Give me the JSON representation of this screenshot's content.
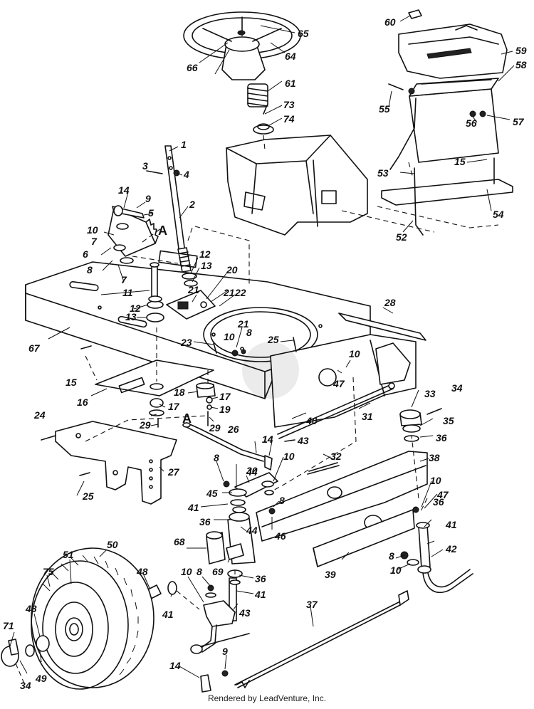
{
  "credit": "Rendered by LeadVenture, Inc.",
  "callouts": [
    {
      "text": "1"
    },
    {
      "text": "2"
    },
    {
      "text": "3"
    },
    {
      "text": "4"
    },
    {
      "text": "5"
    },
    {
      "text": "6"
    },
    {
      "text": "7"
    },
    {
      "text": "7"
    },
    {
      "text": "8"
    },
    {
      "text": "9"
    },
    {
      "text": "10"
    },
    {
      "text": "11"
    },
    {
      "text": "12"
    },
    {
      "text": "12"
    },
    {
      "text": "13"
    },
    {
      "text": "13"
    },
    {
      "text": "14"
    },
    {
      "text": "15"
    },
    {
      "text": "16"
    },
    {
      "text": "17"
    },
    {
      "text": "17"
    },
    {
      "text": "18"
    },
    {
      "text": "19"
    },
    {
      "text": "20"
    },
    {
      "text": "21"
    },
    {
      "text": "21"
    },
    {
      "text": "21"
    },
    {
      "text": "22"
    },
    {
      "text": "23"
    },
    {
      "text": "8"
    },
    {
      "text": "10"
    },
    {
      "text": "24"
    },
    {
      "text": "25"
    },
    {
      "text": "25"
    },
    {
      "text": "26"
    },
    {
      "text": "27"
    },
    {
      "text": "28"
    },
    {
      "text": "29"
    },
    {
      "text": "29"
    },
    {
      "text": "30"
    },
    {
      "text": "31"
    },
    {
      "text": "32"
    },
    {
      "text": "33"
    },
    {
      "text": "34"
    },
    {
      "text": "35"
    },
    {
      "text": "36"
    },
    {
      "text": "36"
    },
    {
      "text": "36"
    },
    {
      "text": "36"
    },
    {
      "text": "37"
    },
    {
      "text": "38"
    },
    {
      "text": "39"
    },
    {
      "text": "40"
    },
    {
      "text": "41"
    },
    {
      "text": "41"
    },
    {
      "text": "41"
    },
    {
      "text": "41"
    },
    {
      "text": "42"
    },
    {
      "text": "43"
    },
    {
      "text": "43"
    },
    {
      "text": "44"
    },
    {
      "text": "44"
    },
    {
      "text": "45"
    },
    {
      "text": "46"
    },
    {
      "text": "47"
    },
    {
      "text": "47"
    },
    {
      "text": "48"
    },
    {
      "text": "48"
    },
    {
      "text": "49"
    },
    {
      "text": "50"
    },
    {
      "text": "51"
    },
    {
      "text": "52"
    },
    {
      "text": "53"
    },
    {
      "text": "54"
    },
    {
      "text": "55"
    },
    {
      "text": "56"
    },
    {
      "text": "57"
    },
    {
      "text": "58"
    },
    {
      "text": "59"
    },
    {
      "text": "60"
    },
    {
      "text": "61"
    },
    {
      "text": "64"
    },
    {
      "text": "65"
    },
    {
      "text": "66"
    },
    {
      "text": "67"
    },
    {
      "text": "68"
    },
    {
      "text": "69"
    },
    {
      "text": "71"
    },
    {
      "text": "73"
    },
    {
      "text": "74"
    },
    {
      "text": "75"
    },
    {
      "text": "10"
    },
    {
      "text": "10"
    },
    {
      "text": "10"
    },
    {
      "text": "10"
    },
    {
      "text": "8"
    },
    {
      "text": "8"
    },
    {
      "text": "8"
    },
    {
      "text": "8"
    },
    {
      "text": "9"
    },
    {
      "text": "14"
    },
    {
      "text": "14"
    },
    {
      "text": "15"
    },
    {
      "text": "34"
    },
    {
      "text": "10"
    },
    {
      "text": "14"
    }
  ],
  "ref_marks": [
    {
      "text": "A"
    },
    {
      "text": "A"
    }
  ]
}
